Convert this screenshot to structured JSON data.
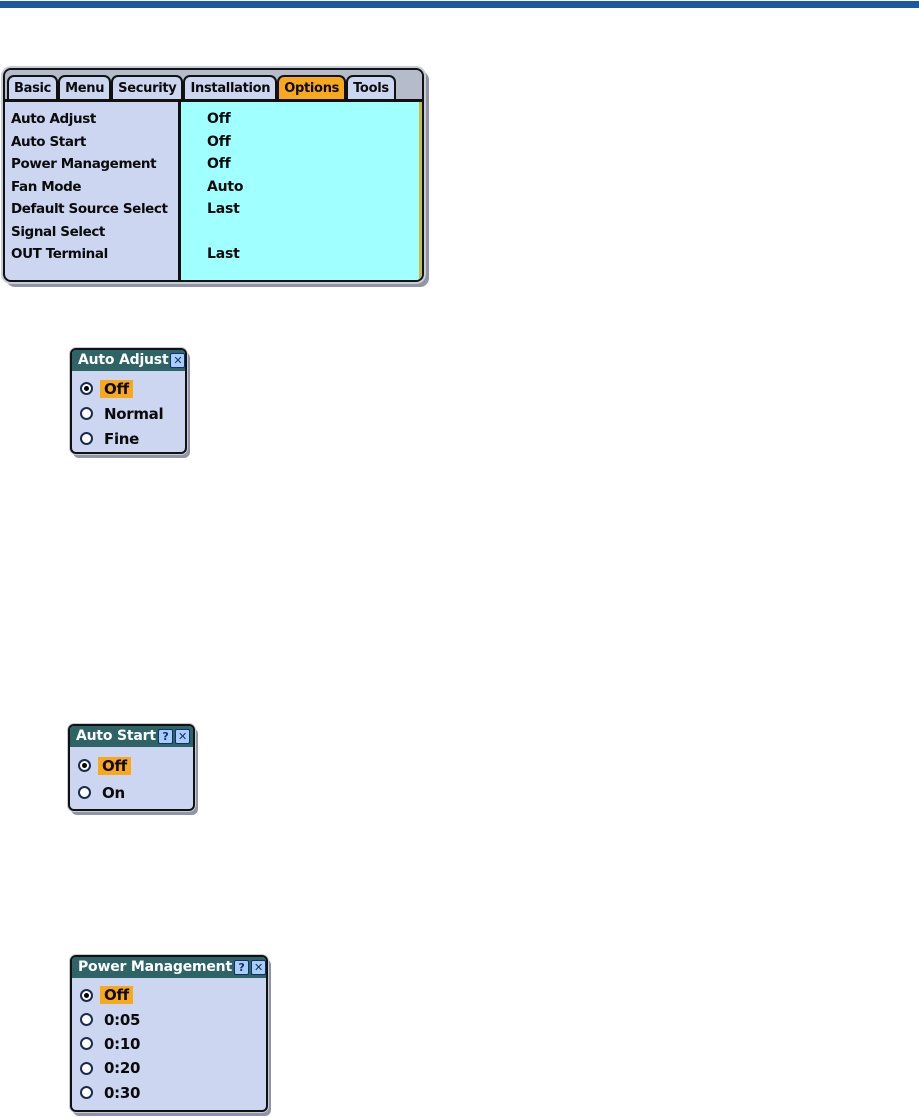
{
  "colors": {
    "top_bar": "#1B5AA2",
    "highlight_orange": "#F9A81B",
    "value_panel_cyan": "#A0FFFF",
    "dialog_body_lavender": "#CDD6F1",
    "titlebar_teal": "#2F6466",
    "button_blue": "#A9CDF8"
  },
  "icons": {
    "help": "?",
    "close": "✕"
  },
  "options_menu": {
    "tabs": [
      {
        "label": "Basic",
        "active": false
      },
      {
        "label": "Menu",
        "active": false
      },
      {
        "label": "Security",
        "active": false
      },
      {
        "label": "Installation",
        "active": false
      },
      {
        "label": "Options",
        "active": true
      },
      {
        "label": "Tools",
        "active": false
      }
    ],
    "rows": [
      {
        "label": "Auto Adjust",
        "value": "Off"
      },
      {
        "label": "Auto Start",
        "value": "Off"
      },
      {
        "label": "Power Management",
        "value": "Off"
      },
      {
        "label": "Fan Mode",
        "value": "Auto"
      },
      {
        "label": "Default Source Select",
        "value": "Last"
      },
      {
        "label": "Signal Select",
        "value": ""
      },
      {
        "label": "OUT Terminal",
        "value": "Last"
      }
    ]
  },
  "dialogs": [
    {
      "title": "Auto Adjust",
      "has_help_button": false,
      "options": [
        {
          "label": "Off",
          "selected": true
        },
        {
          "label": "Normal",
          "selected": false
        },
        {
          "label": "Fine",
          "selected": false
        }
      ]
    },
    {
      "title": "Auto Start",
      "has_help_button": true,
      "options": [
        {
          "label": "Off",
          "selected": true
        },
        {
          "label": "On",
          "selected": false
        }
      ]
    },
    {
      "title": "Power Management",
      "has_help_button": true,
      "options": [
        {
          "label": "Off",
          "selected": true
        },
        {
          "label": "0:05",
          "selected": false
        },
        {
          "label": "0:10",
          "selected": false
        },
        {
          "label": "0:20",
          "selected": false
        },
        {
          "label": "0:30",
          "selected": false
        }
      ]
    }
  ]
}
